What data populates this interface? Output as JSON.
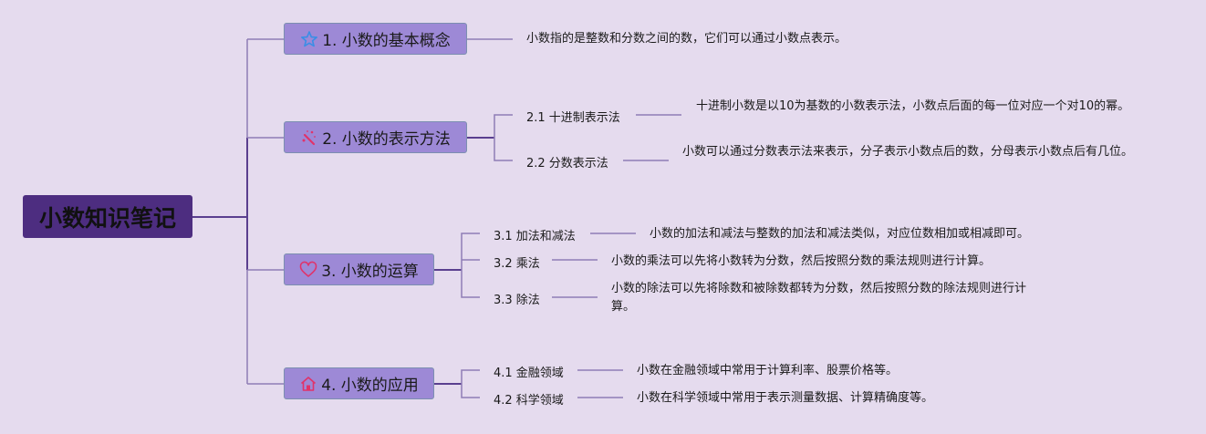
{
  "root": {
    "label": "小数知识笔记"
  },
  "colors": {
    "background": "#e5dbee",
    "root_fill": "#4d2d80",
    "branch_fill": "#9d89d6",
    "line": "#8e7db5",
    "line_dark": "#5a3f8f",
    "icon_star": "#3a8ee6",
    "icon_pink": "#e0336a"
  },
  "branches": [
    {
      "label": "1. 小数的基本概念",
      "icon": "star-icon",
      "description": "小数指的是整数和分数之间的数，它们可以通过小数点表示。",
      "children": []
    },
    {
      "label": "2. 小数的表示方法",
      "icon": "magic-wand-icon",
      "children": [
        {
          "label": "2.1 十进制表示法",
          "description": "十进制小数是以10为基数的小数表示法，小数点后面的每一位对应一个对10的幂。"
        },
        {
          "label": "2.2 分数表示法",
          "description": "小数可以通过分数表示法来表示，分子表示小数点后的数，分母表示小数点后有几位。"
        }
      ]
    },
    {
      "label": "3. 小数的运算",
      "icon": "heart-icon",
      "children": [
        {
          "label": "3.1 加法和减法",
          "description": "小数的加法和减法与整数的加法和减法类似，对应位数相加或相减即可。"
        },
        {
          "label": "3.2 乘法",
          "description": "小数的乘法可以先将小数转为分数，然后按照分数的乘法规则进行计算。"
        },
        {
          "label": "3.3 除法",
          "description": "小数的除法可以先将除数和被除数都转为分数，然后按照分数的除法规则进行计算。"
        }
      ]
    },
    {
      "label": "4. 小数的应用",
      "icon": "home-icon",
      "children": [
        {
          "label": "4.1 金融领域",
          "description": "小数在金融领域中常用于计算利率、股票价格等。"
        },
        {
          "label": "4.2 科学领域",
          "description": "小数在科学领域中常用于表示测量数据、计算精确度等。"
        }
      ]
    }
  ]
}
